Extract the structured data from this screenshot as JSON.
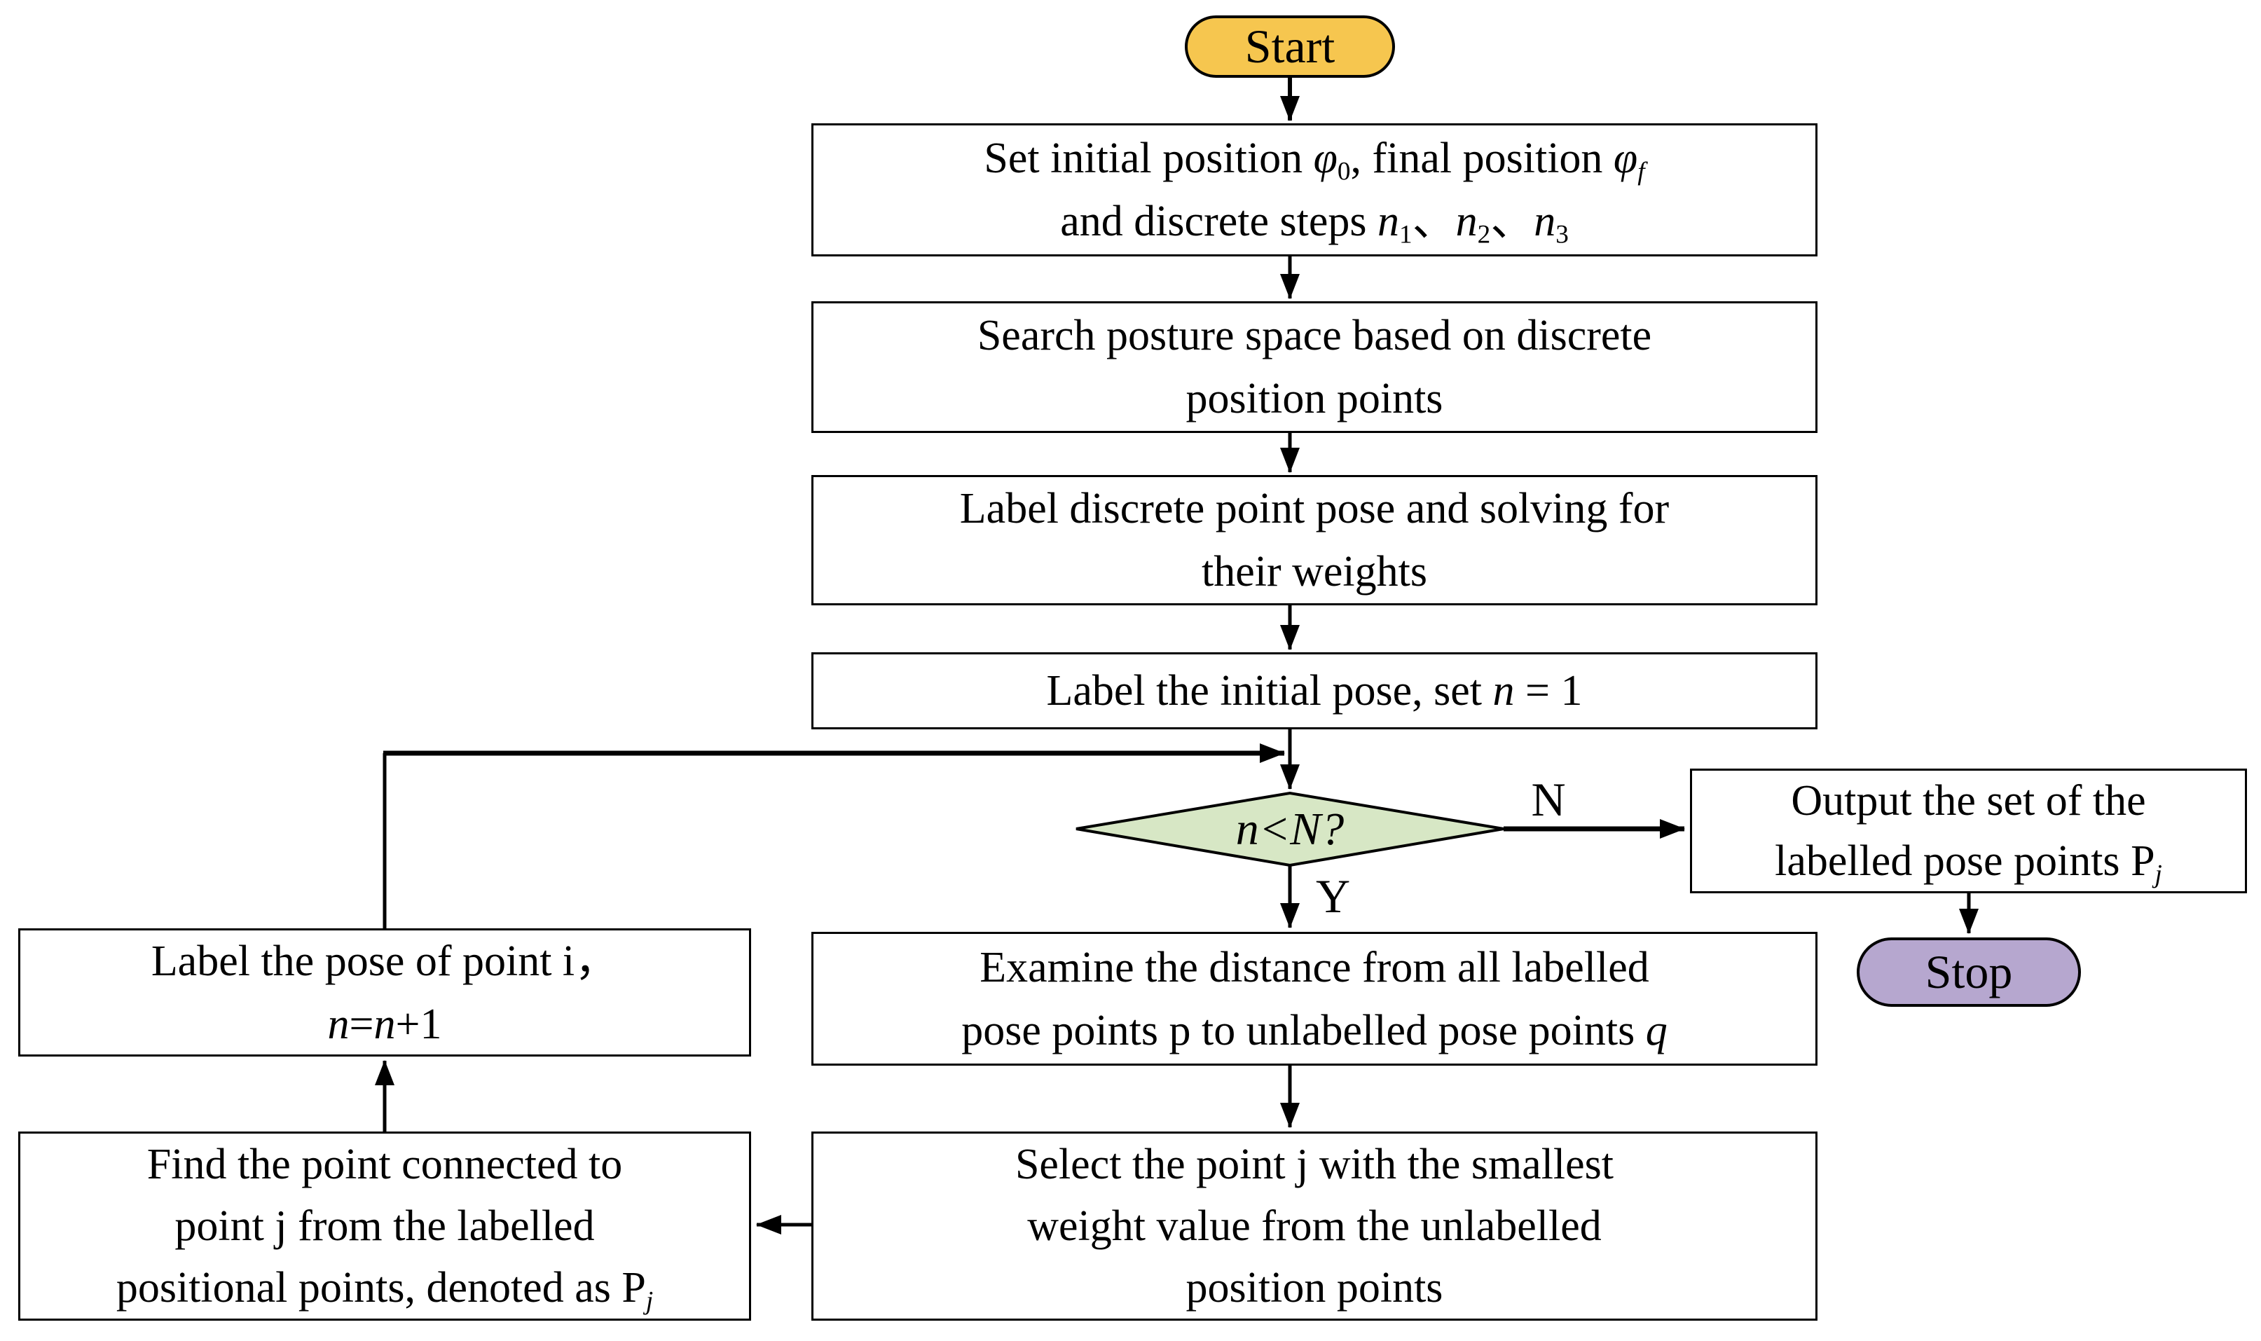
{
  "colors": {
    "start_fill": "#F6C64F",
    "decision_fill": "#D7E7C5",
    "stop_fill": "#B6A7CF",
    "box_fill": "#FFFFFF",
    "line_color": "#000000"
  },
  "nodes": {
    "start": {
      "label": "Start"
    },
    "set_initial": {
      "l1": [
        "Set initial position ",
        "φ",
        "0",
        ", final position ",
        "φ",
        "f"
      ],
      "l2": [
        "and discrete steps ",
        "n",
        "1",
        "、",
        "n",
        "2",
        "、",
        "n",
        "3"
      ]
    },
    "search": {
      "l1": "Search posture space based on discrete",
      "l2": "position points"
    },
    "label_discrete": {
      "l1": "Label discrete point pose and solving for",
      "l2": "their weights"
    },
    "label_initial": {
      "l1": [
        "Label the initial pose, set ",
        "n",
        " = 1"
      ]
    },
    "decision": {
      "l1": [
        "n",
        " < ",
        "N",
        "?"
      ]
    },
    "output": {
      "l1": "Output the set of the",
      "l2": [
        "labelled pose points ",
        "P",
        "j"
      ]
    },
    "stop": {
      "label": "Stop"
    },
    "examine": {
      "l1": "Examine the distance from all labelled",
      "l2": [
        "pose points p to unlabelled pose points ",
        "q"
      ]
    },
    "select": {
      "l1": "Select the point j with the smallest",
      "l2": "weight value from the unlabelled",
      "l3": "position points"
    },
    "label_pose": {
      "l1": "Label the pose of point i，",
      "l2": [
        "n",
        "=",
        "n",
        "+1"
      ]
    },
    "find": {
      "l1": "Find the point connected to",
      "l2": "point j from the labelled",
      "l3": [
        "positional points, denoted as ",
        "P",
        "j"
      ]
    }
  },
  "edge_labels": {
    "no": "N",
    "yes": "Y"
  }
}
